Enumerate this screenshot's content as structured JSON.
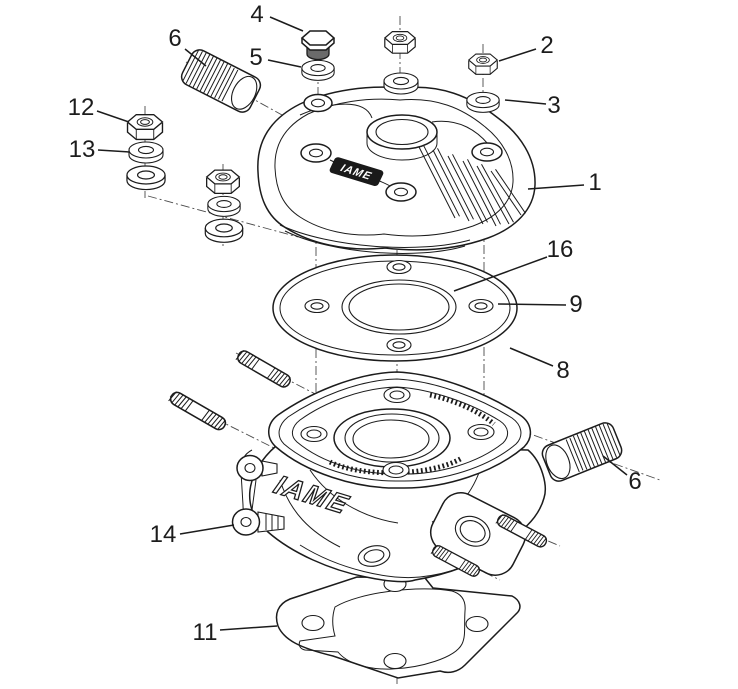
{
  "colors": {
    "background": "#ffffff",
    "line": "#1c1c1c",
    "badge_fill": "#1a1a1a",
    "badge_text_color": "#ffffff"
  },
  "brand": {
    "badge_text": "IAME",
    "cylinder_text": "IAME"
  },
  "callouts": [
    {
      "label": "4"
    },
    {
      "label": "6"
    },
    {
      "label": "5"
    },
    {
      "label": "2"
    },
    {
      "label": "3"
    },
    {
      "label": "12"
    },
    {
      "label": "13"
    },
    {
      "label": "1"
    },
    {
      "label": "16"
    },
    {
      "label": "9"
    },
    {
      "label": "8"
    },
    {
      "label": "6"
    },
    {
      "label": "14"
    },
    {
      "label": "11"
    }
  ]
}
